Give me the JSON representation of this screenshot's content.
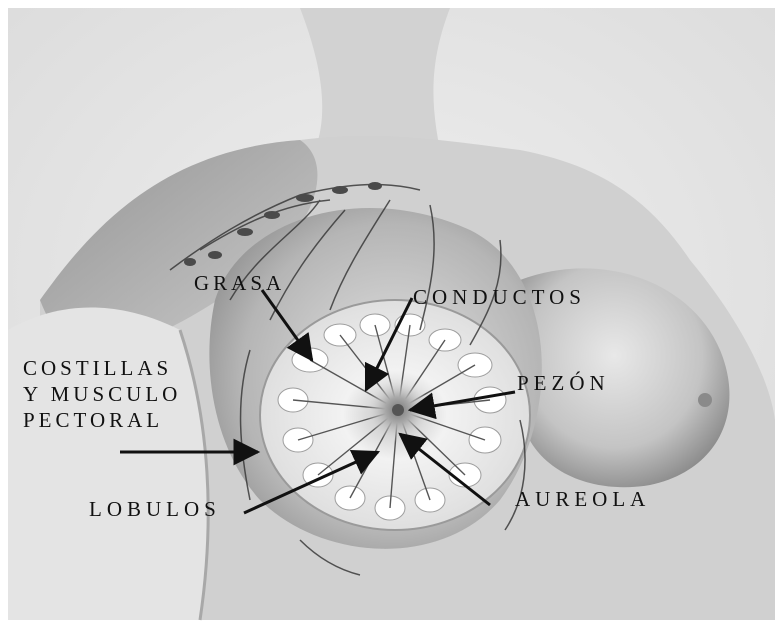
{
  "labels": {
    "grasa": "GRASA",
    "conductos": "CONDUCTOS",
    "pezon": "PEZÓN",
    "costillas_line1": "COSTILLAS",
    "costillas_line2": "Y MUSCULO",
    "costillas_line3": "PECTORAL",
    "lobulos": "LOBULOS",
    "aureola": "AUREOLA"
  },
  "colors": {
    "background": "#ffffff",
    "paper": "#e9e9e9",
    "skin_light": "#d6d6d6",
    "skin_dark": "#6f6f6f",
    "gland": "#f4f4f4",
    "vessels": "#3a3a3a",
    "text": "#111111"
  }
}
